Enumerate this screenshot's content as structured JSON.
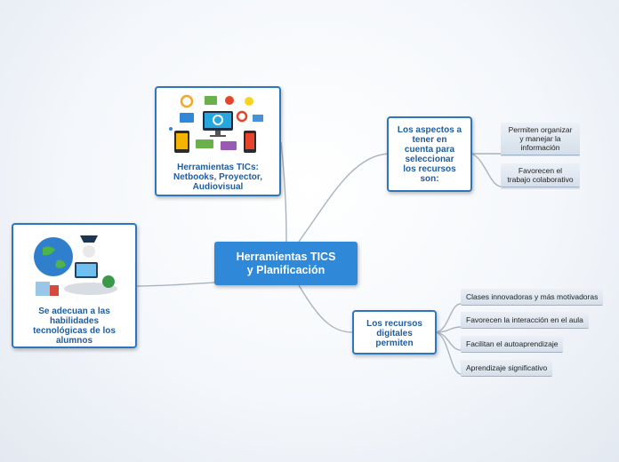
{
  "central": {
    "label_line1": "Herramientas TICS",
    "label_line2": "y Planificación"
  },
  "branches": {
    "tics": {
      "label_line1": "Herramientas TICs:",
      "label_line2": "Netbooks, Proyector,",
      "label_line3": "Audiovisual",
      "illustration": "technology-icons-illustration"
    },
    "adecuan": {
      "label_line1": "Se adecuan a las",
      "label_line2": "habilidades",
      "label_line3": "tecnológicas de los",
      "label_line4": "alumnos",
      "illustration": "students-globe-laptop-illustration"
    },
    "aspectos": {
      "label_line1": "Los aspectos a",
      "label_line2": "tener en",
      "label_line3": "cuenta para",
      "label_line4": "seleccionar",
      "label_line5": "los recursos",
      "label_line6": "son:"
    },
    "recursos": {
      "label_line1": "Los recursos",
      "label_line2": "digitales",
      "label_line3": "permiten"
    }
  },
  "aspectos_items": [
    {
      "line1": "Permiten organizar",
      "line2": "y manejar la",
      "line3": "información"
    },
    {
      "line1": "Favorecen el",
      "line2": "trabajo colaborativo"
    }
  ],
  "recursos_items": [
    {
      "label": "Clases innovadoras y más motivadoras"
    },
    {
      "label": "Favorecen la interacción en el aula"
    },
    {
      "label": "Facilitan el autoaprendizaje"
    },
    {
      "label": "Aprendizaje significativo"
    }
  ],
  "colors": {
    "central_fill": "#2f88d8",
    "node_border": "#2d78bd",
    "node_text": "#1e5c9e",
    "connector": "#a9b4c0"
  }
}
